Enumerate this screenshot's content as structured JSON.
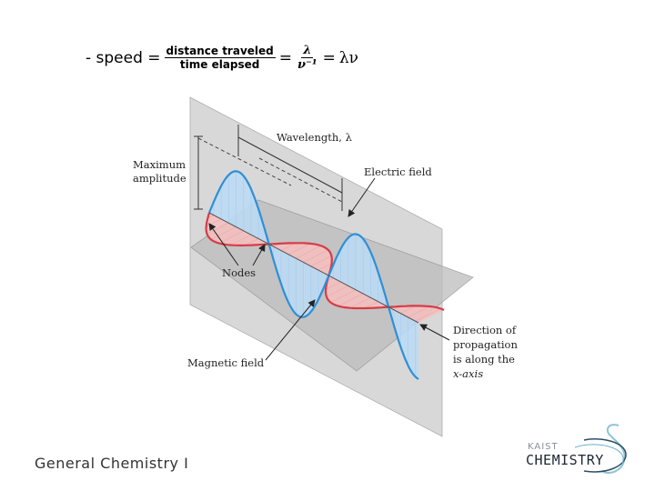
{
  "equation": {
    "lhs": "- speed =",
    "frac1_num": "distance traveled",
    "frac1_den": "time elapsed",
    "eq2": "=",
    "frac2_num": "λ",
    "frac2_den": "ν⁻¹",
    "eq3": "=",
    "rhs": "λν"
  },
  "diagram": {
    "labels": {
      "wavelength": "Wavelength, λ",
      "max_amp_1": "Maximum",
      "max_amp_2": "amplitude",
      "electric": "Electric field",
      "nodes": "Nodes",
      "magnetic": "Magnetic field",
      "dir_1": "Direction of",
      "dir_2": "propagation",
      "dir_3": "is along the",
      "dir_4": "x-axis"
    },
    "colors": {
      "electric_wave": "#2f8fd6",
      "magnetic_wave": "#d63c47",
      "electric_fill": "#bcdcf6",
      "magnetic_fill": "#f6c0c0",
      "plane": "#d3d3d3"
    }
  },
  "footer": {
    "course": "General Chemistry I"
  },
  "logo": {
    "top": "KAIST",
    "bottom": "CHEMISTRY"
  }
}
